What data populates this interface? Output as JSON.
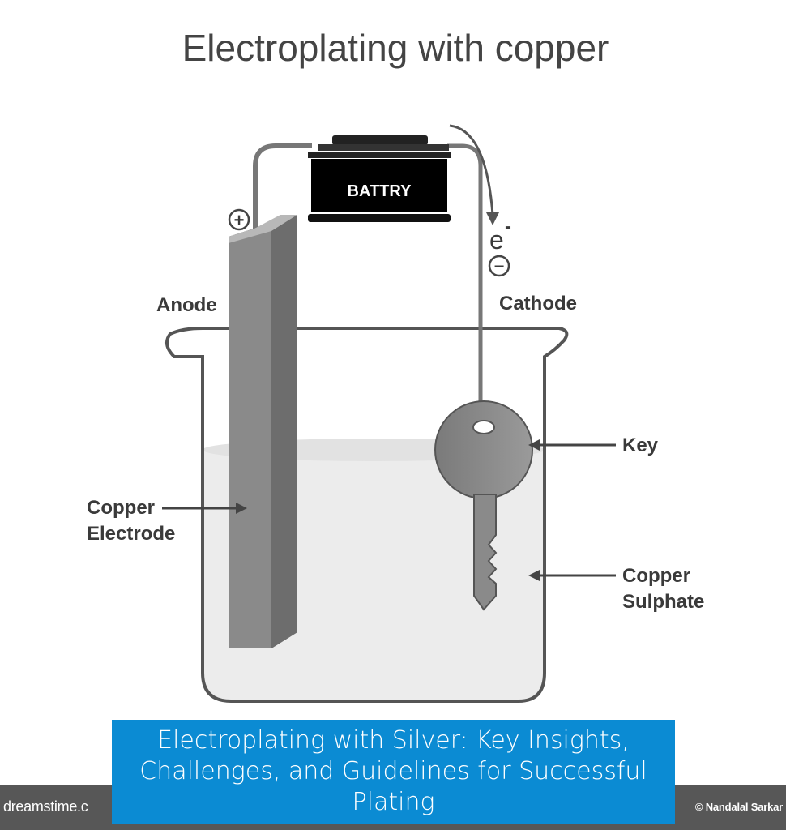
{
  "diagram": {
    "title": "Electroplating with copper",
    "battery_label": "BATTRY",
    "plus_sign": "+",
    "minus_sign": "−",
    "electron_label": "e",
    "electron_sup": "-",
    "labels": {
      "anode": "Anode",
      "cathode": "Cathode",
      "key": "Key",
      "copper_electrode_1": "Copper",
      "copper_electrode_2": "Electrode",
      "copper_sulphate_1": "Copper",
      "copper_sulphate_2": "Sulphate"
    }
  },
  "footer": {
    "brand": "dreamstime.c",
    "credit": "© Nandalal Sarkar"
  },
  "banner": {
    "text": "Electroplating with Silver: Key Insights, Challenges, and Guidelines for Successful Plating"
  },
  "colors": {
    "banner": "#0b8bd3",
    "footer": "#575757"
  }
}
